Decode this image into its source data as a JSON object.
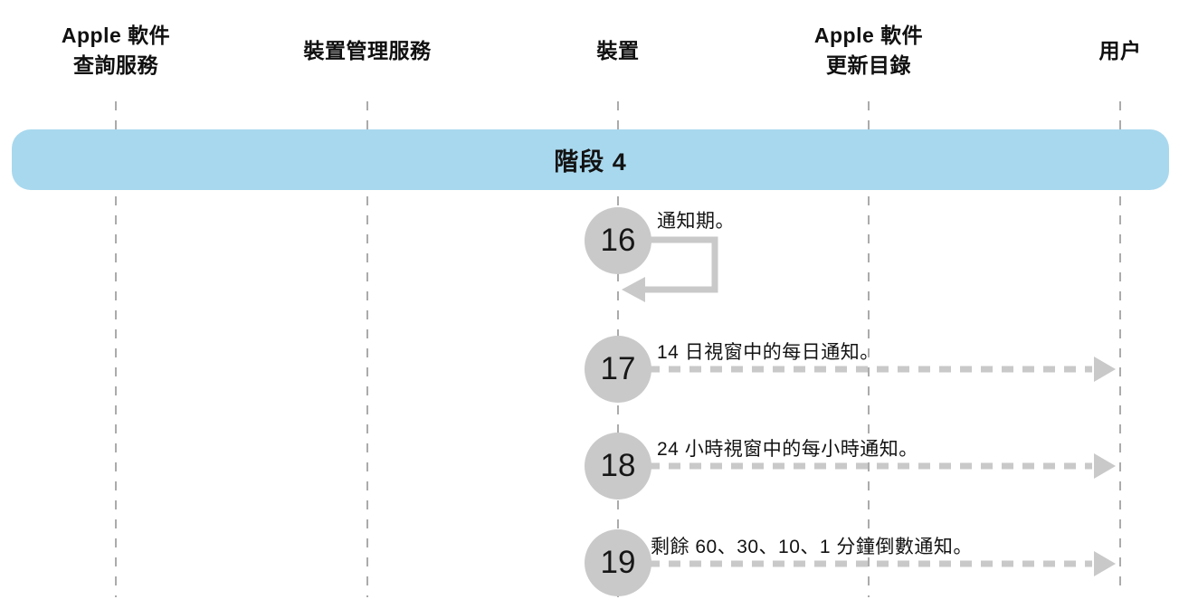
{
  "diagram": {
    "type": "sequence-diagram",
    "actors": [
      {
        "id": "apple-lookup-service",
        "line1": "Apple 軟件",
        "line2": "查詢服務"
      },
      {
        "id": "device-management-service",
        "line1": "裝置管理服務",
        "line2": ""
      },
      {
        "id": "device",
        "line1": "裝置",
        "line2": ""
      },
      {
        "id": "apple-update-catalog",
        "line1": "Apple 軟件",
        "line2": "更新目錄"
      },
      {
        "id": "user",
        "line1": "用户",
        "line2": ""
      }
    ],
    "phase_banner": {
      "label": "階段 4"
    },
    "steps": [
      {
        "number": "16",
        "label": "通知期。",
        "type": "self-loop",
        "from": "device",
        "to": "device"
      },
      {
        "number": "17",
        "label": "14 日視窗中的每日通知。",
        "type": "dashed-arrow",
        "from": "device",
        "to": "user"
      },
      {
        "number": "18",
        "label": "24 小時視窗中的每小時通知。",
        "type": "dashed-arrow",
        "from": "device",
        "to": "user"
      },
      {
        "number": "19",
        "label": "剩餘 60、30、10、1 分鐘倒數通知。",
        "type": "dashed-arrow",
        "from": "device",
        "to": "user"
      }
    ],
    "colors": {
      "banner_blue": "#A8D8EE",
      "arrow_gray": "#C9C9C9",
      "lifeline_gray": "#ABABAB",
      "text_black": "#131313"
    }
  }
}
